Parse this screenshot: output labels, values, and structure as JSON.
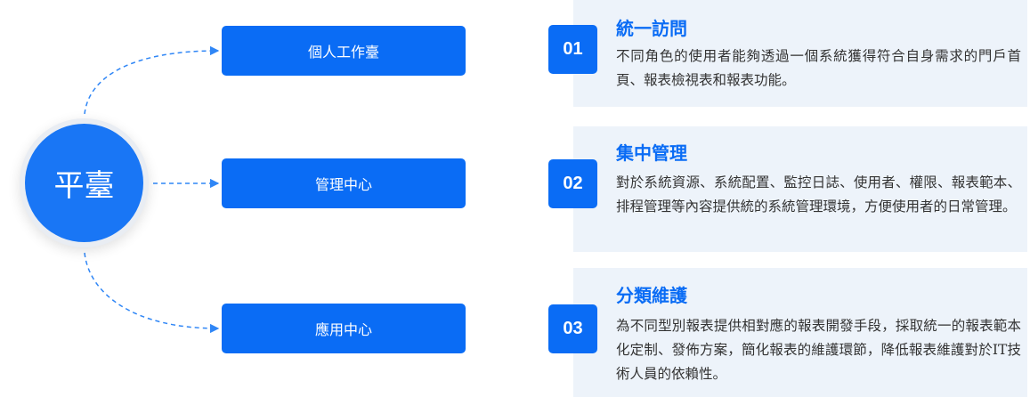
{
  "hub": {
    "label": "平臺"
  },
  "nodes": [
    {
      "label": "個人工作臺"
    },
    {
      "label": "管理中心"
    },
    {
      "label": "應用中心"
    }
  ],
  "features": [
    {
      "number": "01",
      "title": "統一訪問",
      "description": "不同角色的使用者能夠透過一個系統獲得符合自身需求的門戶首頁、報表檢視表和報表功能。"
    },
    {
      "number": "02",
      "title": "集中管理",
      "description": "對於系統資源、系統配置、監控日誌、使用者、權限、報表範本、排程管理等內容提供統的系統管理環境，方便使用者的日常管理。"
    },
    {
      "number": "03",
      "title": "分類維護",
      "description": "為不同型別報表提供相對應的報表開發手段，採取統一的報表範本化定制、發佈方案，簡化報表的維護環節，降低報表維護對於IT技術人員的依賴性。"
    }
  ],
  "colors": {
    "primary": "#0a6cf5",
    "hub": "#1976f5",
    "panel": "#edf3fa",
    "text": "#333333",
    "connector": "#2f86f6"
  }
}
